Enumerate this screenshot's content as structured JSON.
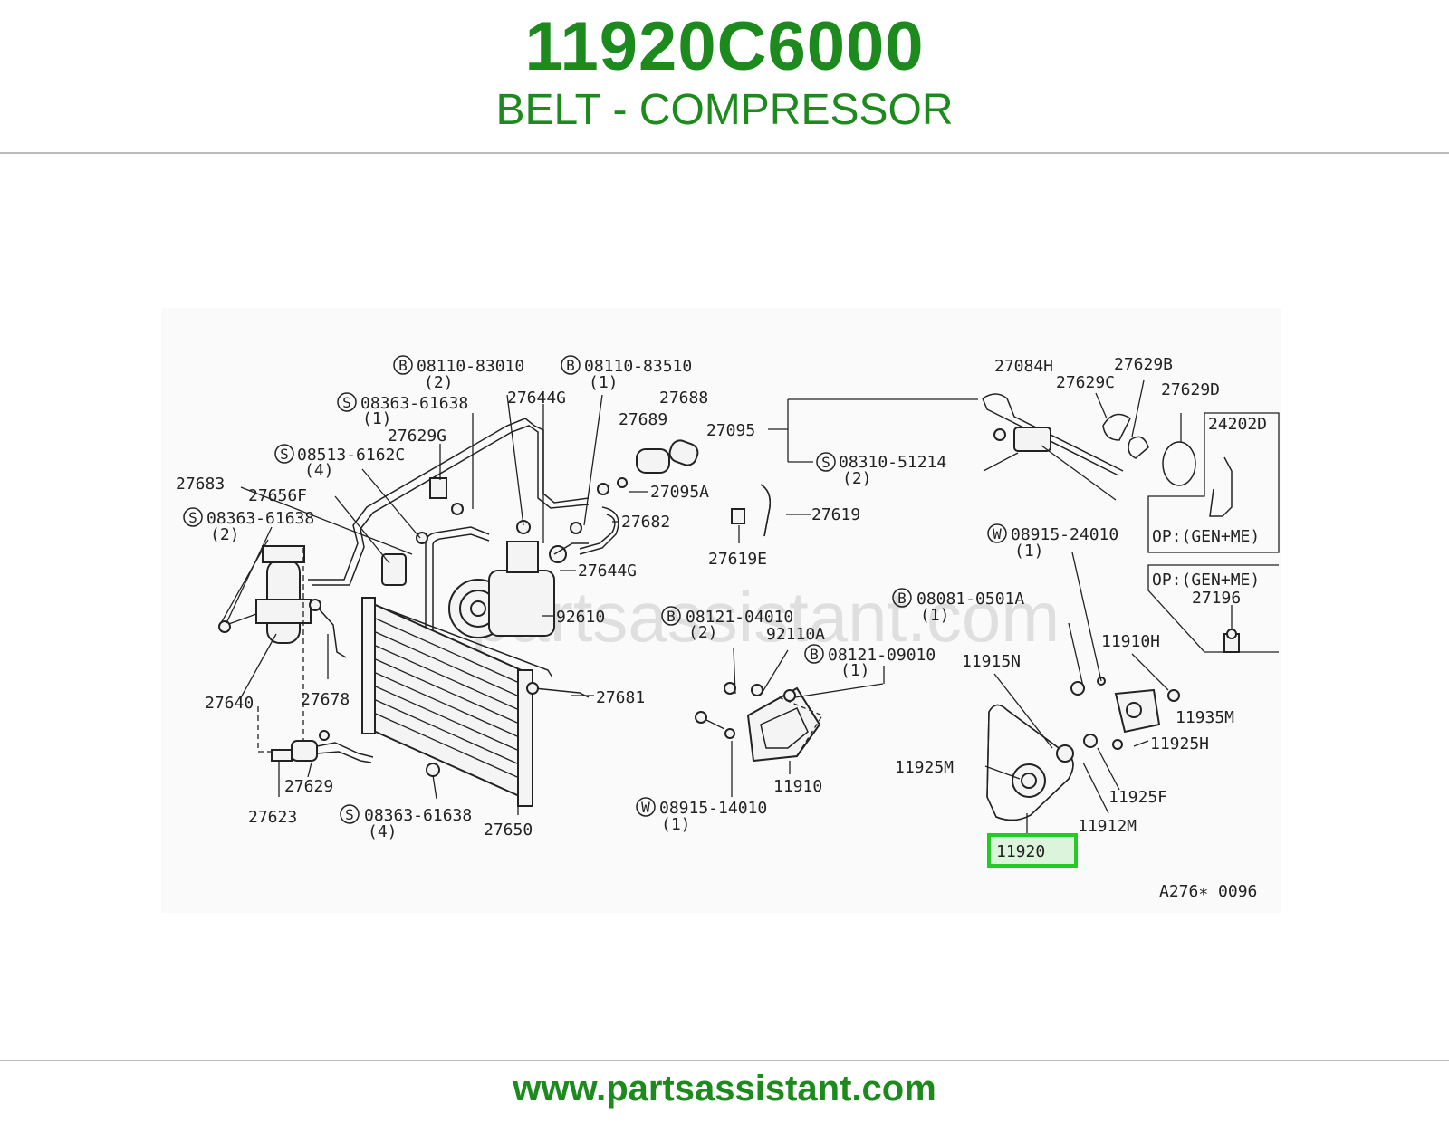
{
  "header": {
    "part_number": "11920C6000",
    "part_name": "BELT - COMPRESSOR"
  },
  "footer": {
    "website": "www.partsassistant.com"
  },
  "diagram": {
    "watermark": "partsassistant.com",
    "diagram_code": "A276∗ 0096",
    "highlighted_part": "11920",
    "highlight_color": "#22cc22",
    "labels": {
      "p08110_83010": "08110-83010",
      "q2a": "(2)",
      "p08110_83510": "08110-83510",
      "q1a": "(1)",
      "p08363_61638a": "08363-61638",
      "q1b": "(1)",
      "p27644g_a": "27644G",
      "p27688": "27688",
      "p27689": "27689",
      "p27629g": "27629G",
      "p08513_6162c": "08513-6162C",
      "q4a": "(4)",
      "p27683": "27683",
      "p27656f": "27656F",
      "p08363_61638b": "08363-61638",
      "q2b": "(2)",
      "p27095a": "27095A",
      "p27682": "27682",
      "p27619": "27619",
      "p27619e": "27619E",
      "p27644g_b": "27644G",
      "p92610": "92610",
      "p08121_04010": "08121-04010",
      "q2c": "(2)",
      "p92110a": "92110A",
      "p08121_09010": "08121-09010",
      "q1c": "(1)",
      "p27640": "27640",
      "p27678": "27678",
      "p27681": "27681",
      "p27629": "27629",
      "p27623": "27623",
      "p08363_61638c": "08363-61638",
      "q4b": "(4)",
      "p27650": "27650",
      "p08915_14010": "08915-14010",
      "q1d": "(1)",
      "p11910": "11910",
      "p27084h": "27084H",
      "p27629b": "27629B",
      "p27629c": "27629C",
      "p27629d": "27629D",
      "p27095": "27095",
      "p08310_51214": "08310-51214",
      "q2d": "(2)",
      "p24202d": "24202D",
      "op1": "OP:(GEN+ME)",
      "p08915_24010": "08915-24010",
      "q1e": "(1)",
      "op2": "OP:(GEN+ME)",
      "p27196": "27196",
      "p08081_0501a": "08081-0501A",
      "q1f": "(1)",
      "p11910h": "11910H",
      "p11915n": "11915N",
      "p11935m": "11935M",
      "p11925h": "11925H",
      "p11925m": "11925M",
      "p11925f": "11925F",
      "p11912m": "11912M"
    },
    "markers": {
      "bolt": "B",
      "screw": "S",
      "washer": "W"
    }
  }
}
